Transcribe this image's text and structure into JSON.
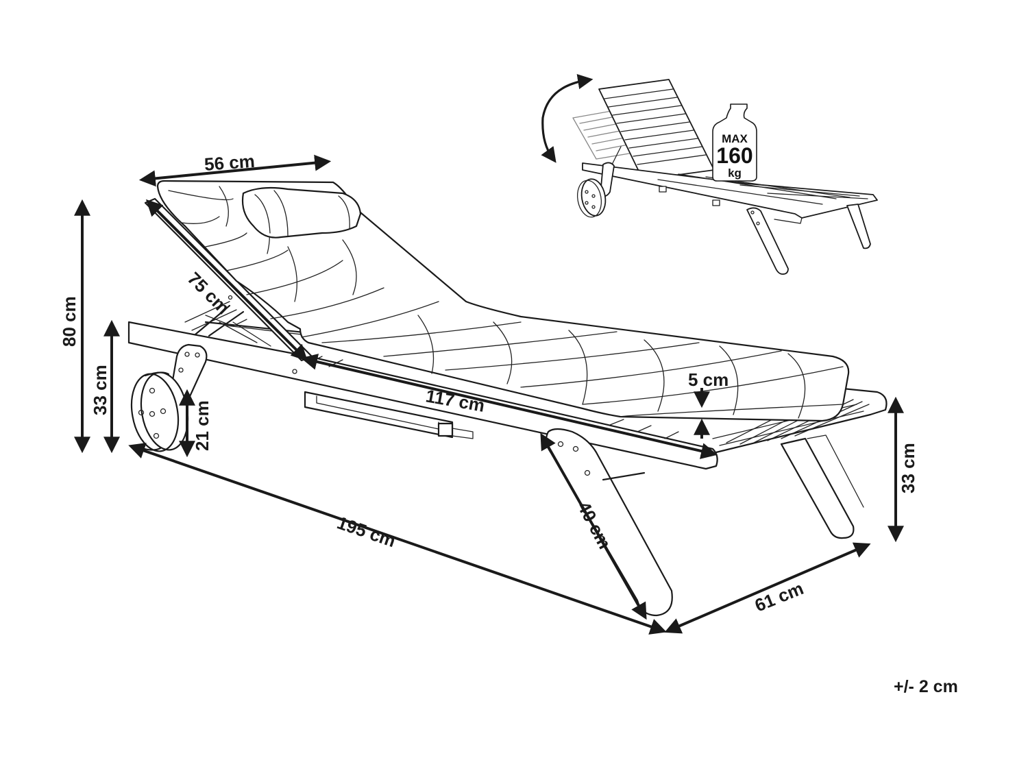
{
  "dimensions": {
    "width_top": "56 cm",
    "height_total": "80 cm",
    "height_seat": "33 cm",
    "wheel_height": "21 cm",
    "backrest_length": "75 cm",
    "seat_length": "117 cm",
    "cushion_thickness": "5 cm",
    "leg_length": "40 cm",
    "total_length": "195 cm",
    "total_width": "61 cm",
    "height_seat_right": "33 cm"
  },
  "tolerance": "+/- 2 cm",
  "max_load": {
    "label": "MAX",
    "value": "160",
    "unit": "kg"
  }
}
